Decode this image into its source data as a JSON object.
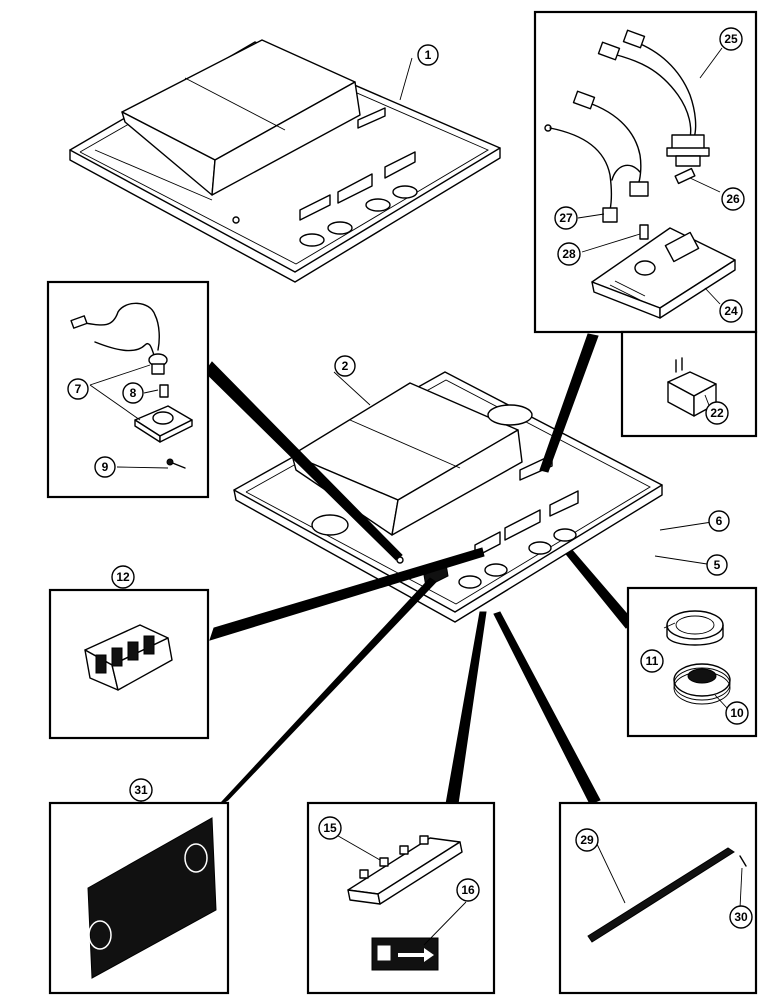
{
  "title": "",
  "callouts": [
    {
      "id": "c1",
      "label": "1"
    },
    {
      "id": "c2",
      "label": "2"
    },
    {
      "id": "c5",
      "label": "5"
    },
    {
      "id": "c6",
      "label": "6"
    },
    {
      "id": "c7",
      "label": "7"
    },
    {
      "id": "c8",
      "label": "8"
    },
    {
      "id": "c9",
      "label": "9"
    },
    {
      "id": "c10",
      "label": "10"
    },
    {
      "id": "c11",
      "label": "11"
    },
    {
      "id": "c12",
      "label": "12"
    },
    {
      "id": "c15",
      "label": "15"
    },
    {
      "id": "c16",
      "label": "16"
    },
    {
      "id": "c22",
      "label": "22"
    },
    {
      "id": "c24",
      "label": "24"
    },
    {
      "id": "c25",
      "label": "25"
    },
    {
      "id": "c26",
      "label": "26"
    },
    {
      "id": "c27",
      "label": "27"
    },
    {
      "id": "c28",
      "label": "28"
    },
    {
      "id": "c29",
      "label": "29"
    },
    {
      "id": "c30",
      "label": "30"
    },
    {
      "id": "c31",
      "label": "31"
    }
  ]
}
